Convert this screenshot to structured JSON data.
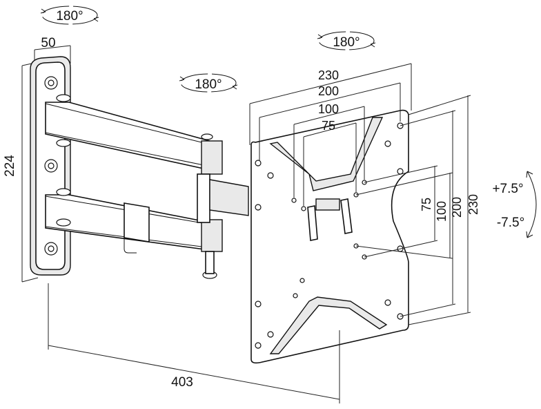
{
  "rotation": {
    "wall_label": "180°",
    "arm_label": "180°",
    "head_label": "180°"
  },
  "tilt": {
    "up_label": "+7.5°",
    "down_label": "-7.5°"
  },
  "dimensions": {
    "wall_plate_width": "50",
    "wall_plate_height": "224",
    "extension": "403",
    "vesa_horizontal": [
      "230",
      "200",
      "100",
      "75"
    ],
    "vesa_vertical": [
      "75",
      "100",
      "200",
      "230"
    ]
  },
  "colors": {
    "line": "#111111",
    "fill_light": "#e9e9e9",
    "background": "#ffffff"
  }
}
